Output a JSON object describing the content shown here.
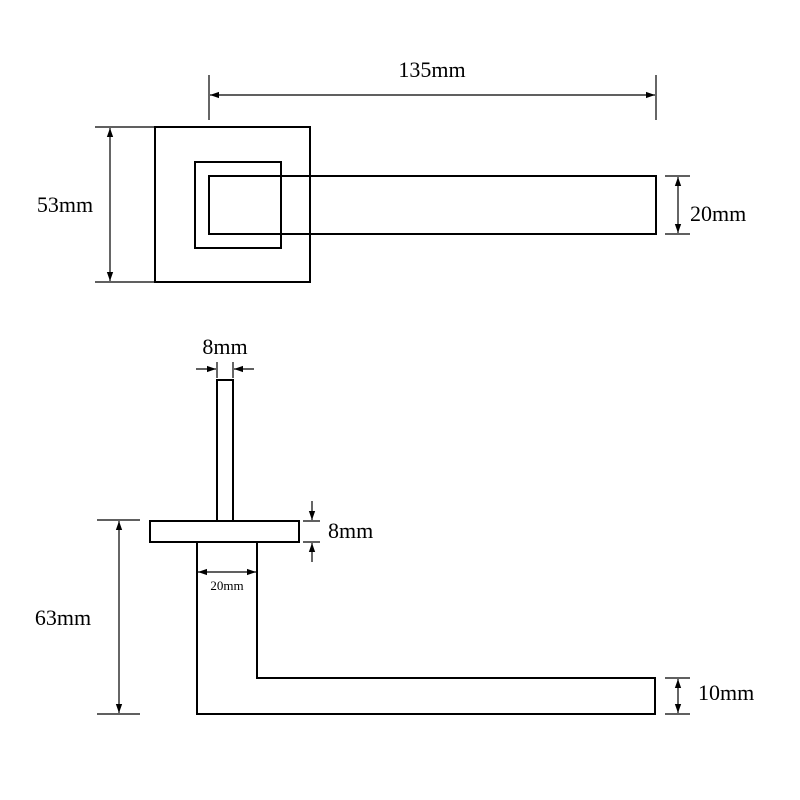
{
  "top_view": {
    "length_label": "135mm",
    "rose_height_label": "53mm",
    "lever_thickness_label": "20mm"
  },
  "side_view": {
    "spindle_label": "8mm",
    "rose_thickness_label": "8mm",
    "neck_width_label": "20mm",
    "projection_label": "63mm",
    "lever_thickness_label": "10mm"
  }
}
